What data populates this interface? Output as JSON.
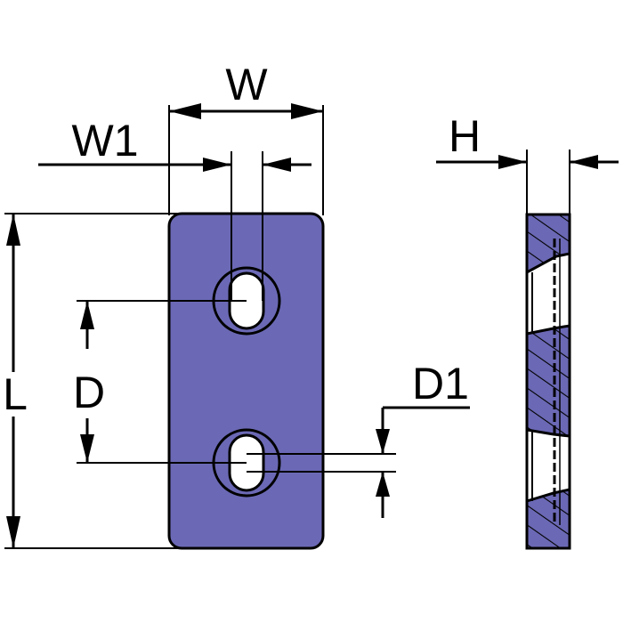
{
  "drawing": {
    "plate_color": "#6b69b5",
    "line_color": "#000000",
    "labels": {
      "w": "W",
      "w1": "W1",
      "h": "H",
      "l": "L",
      "d": "D",
      "d1": "D1"
    }
  }
}
